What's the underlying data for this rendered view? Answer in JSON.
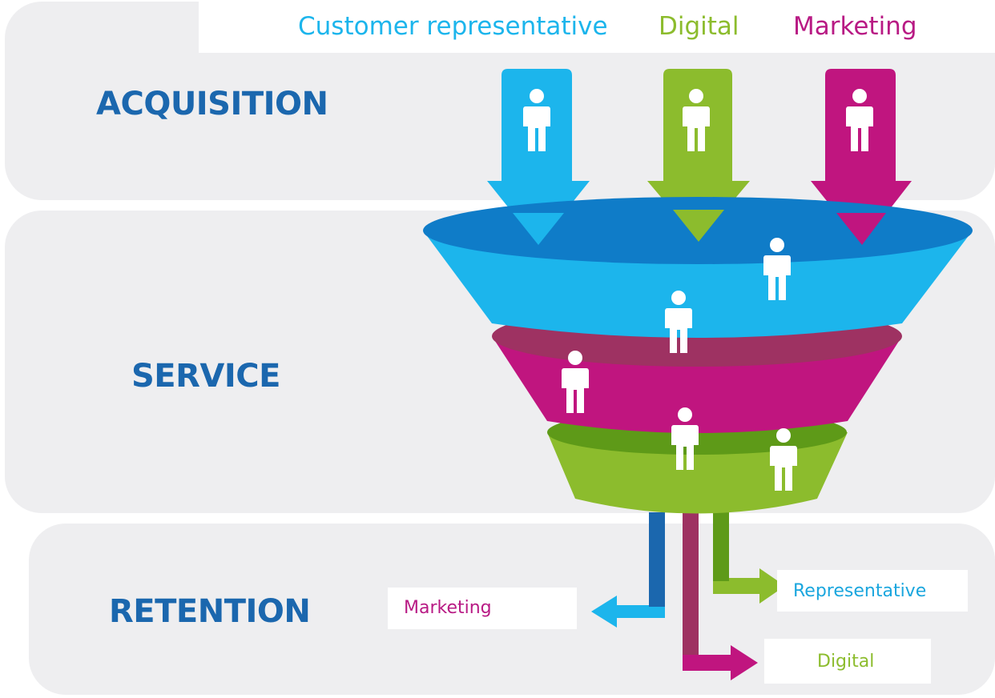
{
  "stages": {
    "acquisition": "ACQUISITION",
    "service": "SERVICE",
    "retention": "RETENTION"
  },
  "channels": {
    "customer_representative": "Customer representative",
    "digital": "Digital",
    "marketing": "Marketing"
  },
  "outputs": {
    "marketing": "Marketing",
    "representative": "Representative",
    "digital": "Digital"
  },
  "colors": {
    "cyan": "#1cb5ec",
    "green": "#8cbc2d",
    "magenta": "#c0157f",
    "stage_blue": "#1b67ae",
    "band_grey": "#eeeef0"
  },
  "icons": [
    "person-icon",
    "down-arrow-icon",
    "funnel-icon",
    "bent-arrow-icon"
  ]
}
